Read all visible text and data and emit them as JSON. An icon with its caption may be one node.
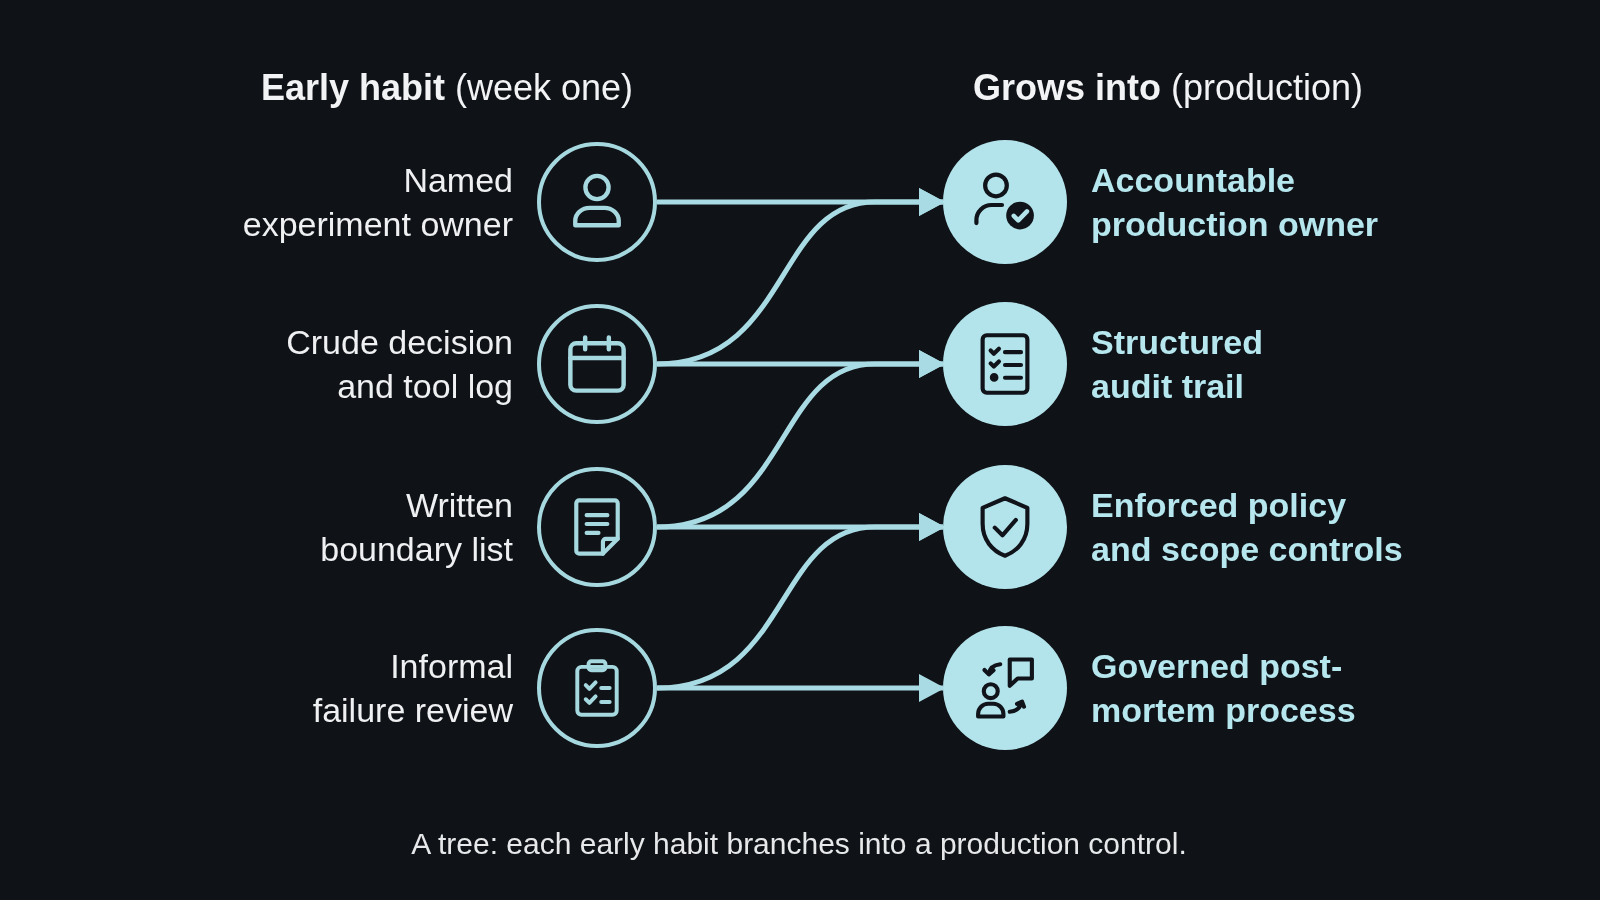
{
  "diagram": {
    "caption": "A tree: each early habit branches into a production control.",
    "nodes": [
      {
        "text": [
          "Named experiment owner"
        ]
      },
      {
        "text": [
          "Crude decision and tool log"
        ]
      },
      {
        "text": [
          "Written boundary list"
        ]
      },
      {
        "text": [
          "Informal failure review"
        ]
      },
      {
        "text": [
          "Accountable production owner"
        ]
      },
      {
        "text": [
          "Structured audit trail"
        ]
      },
      {
        "text": [
          "Enforced policy and scope controls"
        ]
      },
      {
        "text": [
          "Governed post-mortem process"
        ]
      }
    ],
    "edges": [
      {
        "from": 0,
        "to": 4,
        "arrow": "to"
      },
      {
        "from": 1,
        "to": 4,
        "arrow": "to"
      },
      {
        "from": 1,
        "to": 5,
        "arrow": "to"
      },
      {
        "from": 2,
        "to": 5,
        "arrow": "to"
      },
      {
        "from": 2,
        "to": 6,
        "arrow": "to"
      },
      {
        "from": 3,
        "to": 6,
        "arrow": "to"
      },
      {
        "from": 3,
        "to": 7,
        "arrow": "to"
      }
    ],
    "labels": [
      "**Early habit** (week one)",
      "**Grows into** (production)"
    ]
  }
}
